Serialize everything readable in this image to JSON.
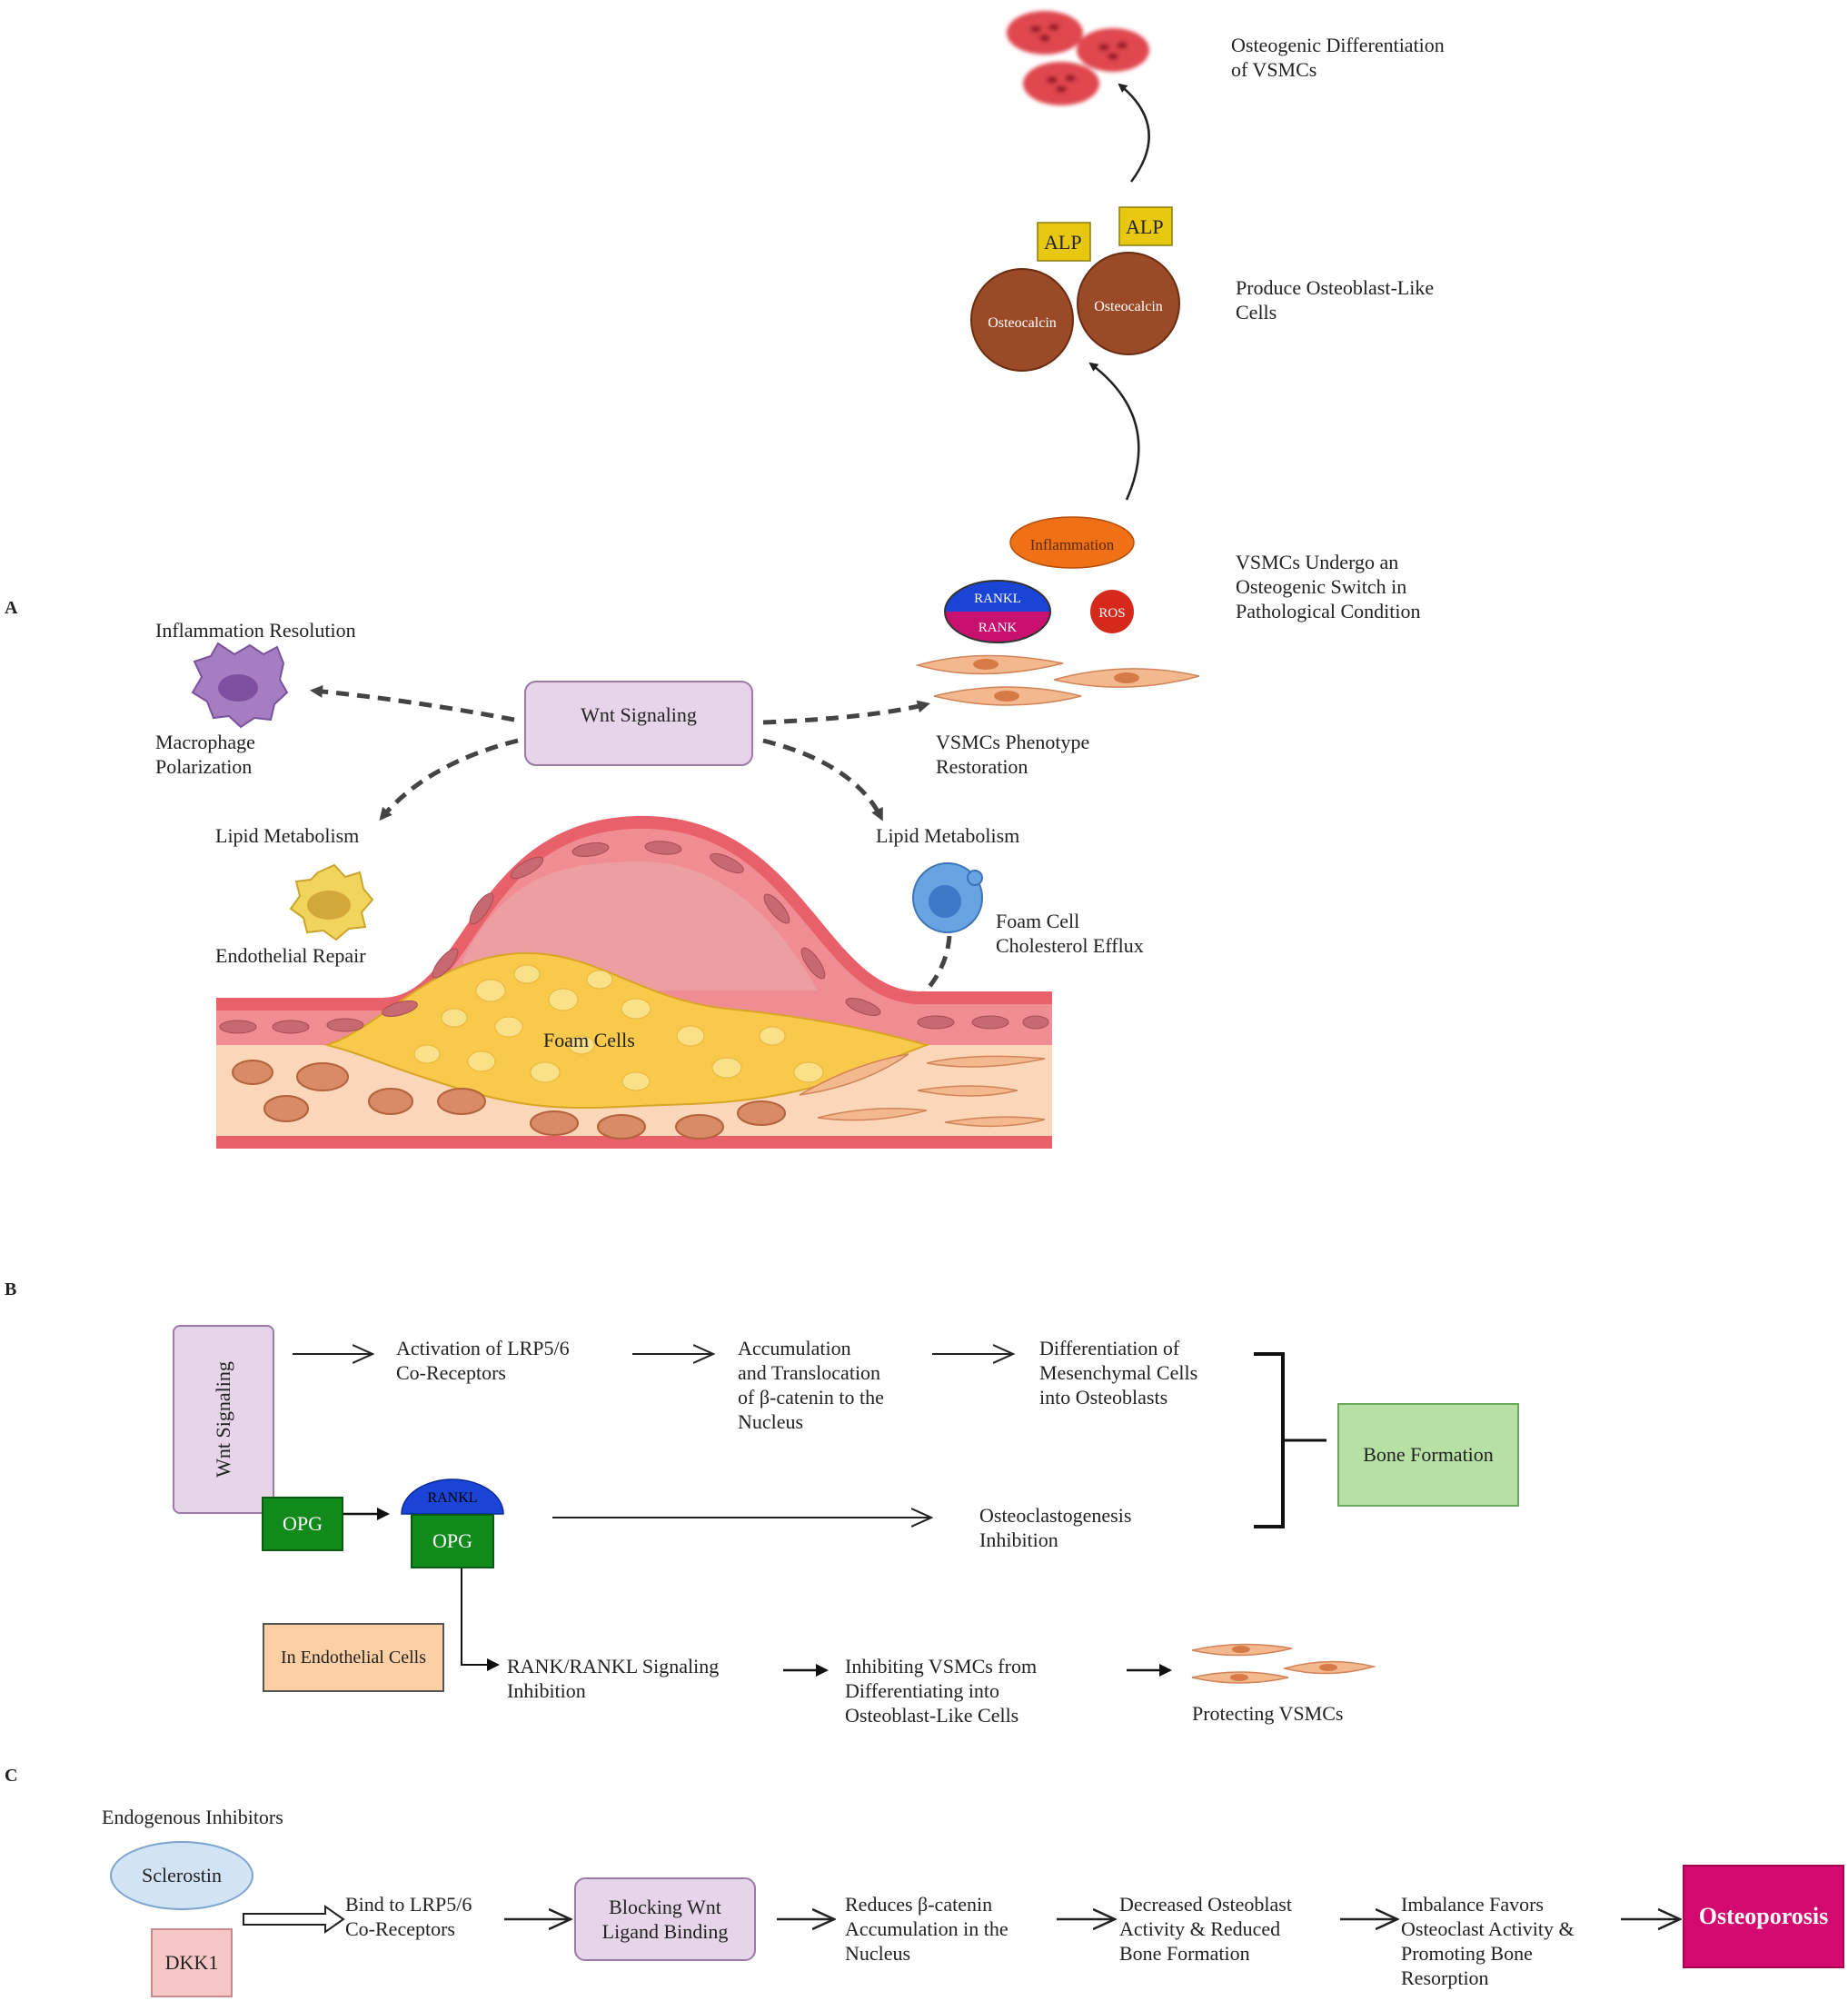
{
  "panels": {
    "a": "A",
    "b": "B",
    "c": "C"
  },
  "panel_a": {
    "osteogenic_differentiation": "Osteogenic Differentiation\nof VSMCs",
    "alp_label": "ALP",
    "osteocalcin_label": "Osteocalcin",
    "produce_osteoblast": "Produce Osteoblast-Like\nCells",
    "inflammation": "Inflammation",
    "rankl": "RANKL",
    "rank": "RANK",
    "ros": "ROS",
    "vsmcs_switch": "VSMCs Undergo an\nOsteogenic Switch in\nPathological Condition",
    "inflammation_resolution": "Inflammation Resolution",
    "macrophage_polarization": "Macrophage\nPolarization",
    "wnt_signaling": "Wnt Signaling",
    "vsmcs_phenotype": "VSMCs Phenotype\nRestoration",
    "lipid_metabolism_left": "Lipid Metabolism",
    "lipid_metabolism_right": "Lipid Metabolism",
    "endothelial_repair": "Endothelial Repair",
    "foam_cell_efflux": "Foam Cell\nCholesterol Efflux",
    "foam_cells": "Foam Cells"
  },
  "panel_b": {
    "wnt_signaling": "Wnt Signaling",
    "activation_lrp": "Activation of LRP5/6\nCo-Receptors",
    "accumulation": "Accumulation\nand Translocation\nof β-catenin to the\nNucleus",
    "differentiation": "Differentiation of\nMesenchymal Cells\ninto Osteoblasts",
    "bone_formation": "Bone Formation",
    "opg": "OPG",
    "rankl": "RANKL",
    "opg_bound": "OPG",
    "osteoclastogenesis": "Osteoclastogenesis\nInhibition",
    "in_endothelial": "In Endothelial Cells",
    "rank_rankl_inhibition": "RANK/RANKL Signaling\nInhibition",
    "inhibiting_vsmcs": "Inhibiting VSMCs from\nDifferentiating into\nOsteoblast-Like Cells",
    "protecting_vsmcs": "Protecting VSMCs"
  },
  "panel_c": {
    "endogenous_inhibitors": "Endogenous Inhibitors",
    "sclerostin": "Sclerostin",
    "dkk1": "DKK1",
    "bind_lrp": "Bind to LRP5/6\nCo-Receptors",
    "blocking_wnt": "Blocking Wnt\nLigand Binding",
    "reduces_catenin": "Reduces β-catenin\nAccumulation in the\nNucleus",
    "decreased_osteoblast": "Decreased Osteoblast\nActivity & Reduced\nBone Formation",
    "imbalance": "Imbalance Favors\nOsteoclast Activity &\nPromoting Bone\nResorption",
    "osteoporosis": "Osteoporosis"
  },
  "colors": {
    "wnt_box": "#e6d5e8",
    "opg_green": "#118a1c",
    "rankl_blue": "#1a44d6",
    "rank_magenta": "#c8106e",
    "bone_formation": "#b7e0a5",
    "endothelial_box": "#fcd0a4",
    "osteoporosis": "#d4096f",
    "sclerostin": "#d2e3f5",
    "dkk1": "#f6c7c6",
    "osteocalcin": "#9a4a26",
    "alp": "#e8c80e",
    "inflammation": "#f07016",
    "ros": "#d52a1b",
    "foam_yellow": "#f8c94a",
    "vessel_red": "#e8606a"
  }
}
